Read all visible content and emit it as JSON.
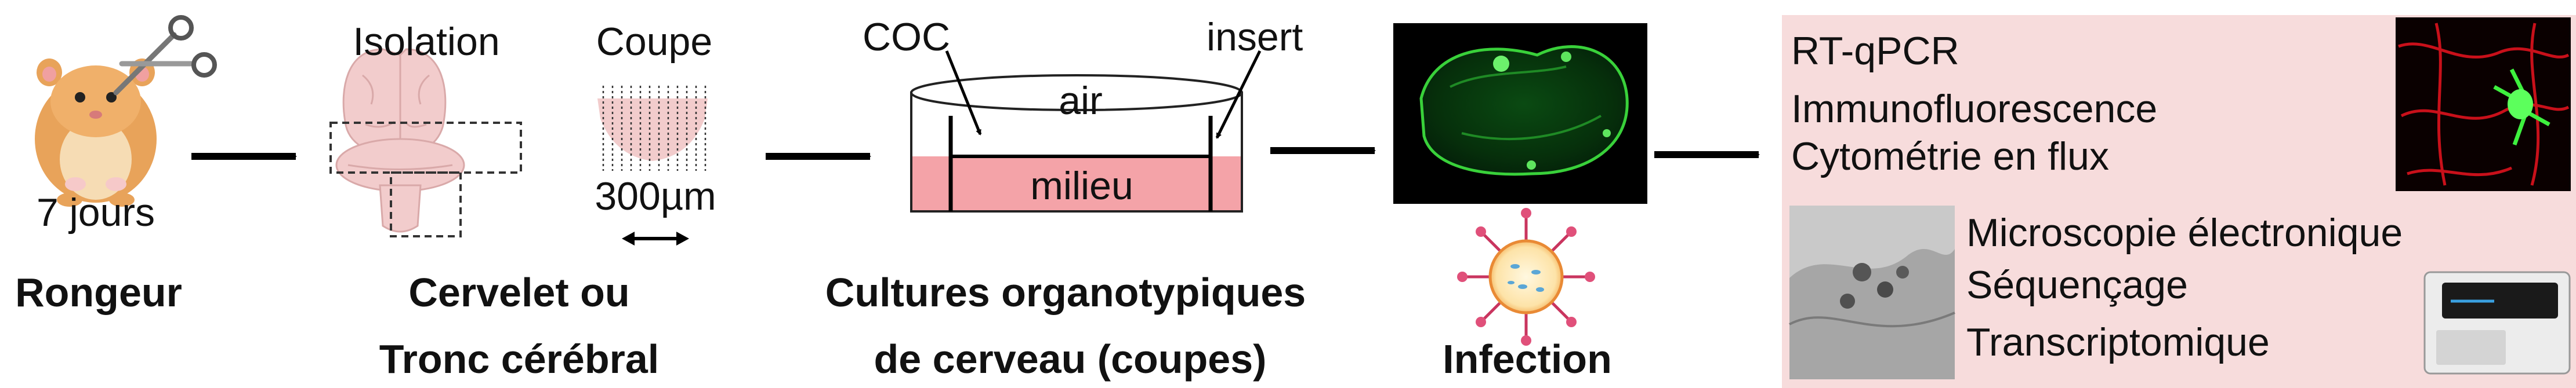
{
  "steps": {
    "rodent": {
      "age": "7 jours",
      "title": "Rongeur"
    },
    "dissection": {
      "isolation": "Isolation",
      "cut": "Coupe",
      "thickness": "300µm",
      "title_line1": "Cervelet ou",
      "title_line2": "Tronc cérébral"
    },
    "culture": {
      "coc": "COC",
      "insert": "insert",
      "air": "air",
      "medium": "milieu",
      "title_line1": "Cultures organotypiques",
      "title_line2": "de cerveau (coupes)"
    },
    "infection": {
      "title": "Infection"
    },
    "analysis": {
      "methods_top": [
        "RT-qPCR",
        "Immunofluorescence",
        "Cytométrie en flux"
      ],
      "methods_bottom": [
        "Microscopie électronique",
        "Séquençage",
        "Transcriptomique"
      ]
    }
  },
  "colors": {
    "medium": "#f4a3a8",
    "panel": "#f7dcdc",
    "fluorescence": "#39d13a",
    "arrow": "#000000"
  }
}
